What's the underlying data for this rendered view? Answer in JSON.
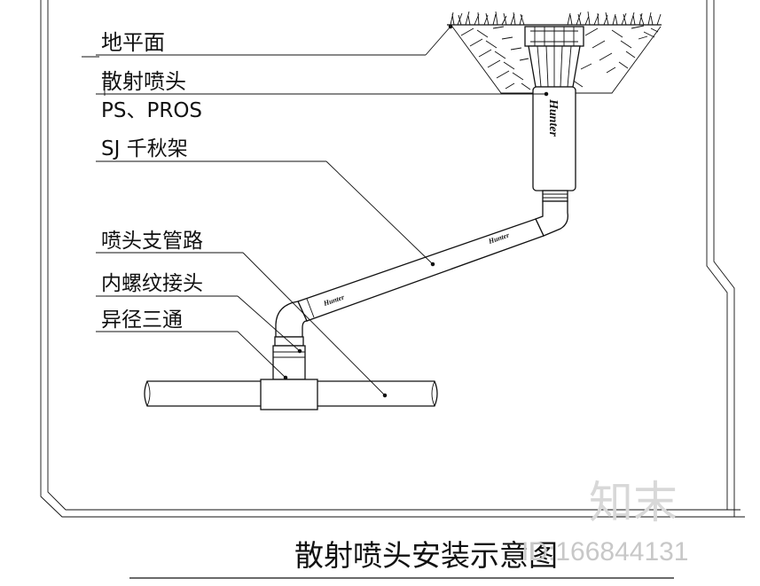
{
  "labels": {
    "ground": "地平面",
    "spray_head": "散射喷头",
    "spray_model": "PS、PROS",
    "swing_joint": "SJ 千秋架",
    "branch_pipe": "喷头支管路",
    "female_adapter": "内螺纹接头",
    "reducing_tee": "异径三通"
  },
  "brand": {
    "body_mark": "Hunter",
    "pipe_mark_upper": "Hunter",
    "pipe_mark_lower": "Hunter"
  },
  "title": "散射喷头安装示意图",
  "watermark": {
    "logo_text": "知末",
    "id_text": "ID:166844131"
  },
  "colors": {
    "ink": "#111111",
    "background": "#ffffff",
    "watermark": "#d8d8d8"
  }
}
